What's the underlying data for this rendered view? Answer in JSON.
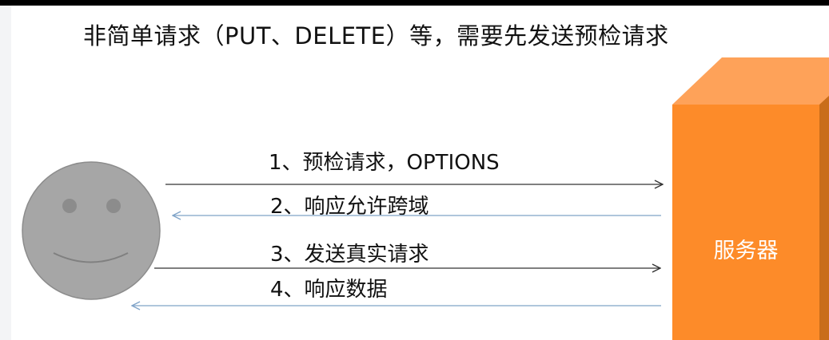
{
  "title": "非简单请求（PUT、DELETE）等，需要先发送预检请求",
  "server_label": "服务器",
  "steps": [
    {
      "label": "1、预检请求，OPTIONS",
      "direction": "to-server"
    },
    {
      "label": "2、响应允许跨域",
      "direction": "to-client"
    },
    {
      "label": "3、发送真实请求",
      "direction": "to-server"
    },
    {
      "label": "4、响应数据",
      "direction": "to-client"
    }
  ],
  "colors": {
    "server_front": "#fd8b29",
    "server_top": "#fea259",
    "server_side": "#c96d1a",
    "face_fill": "#a6a6a6",
    "face_stroke": "#8c8c8c",
    "request_arrow": "#333333",
    "response_arrow": "#7fa3c8"
  }
}
